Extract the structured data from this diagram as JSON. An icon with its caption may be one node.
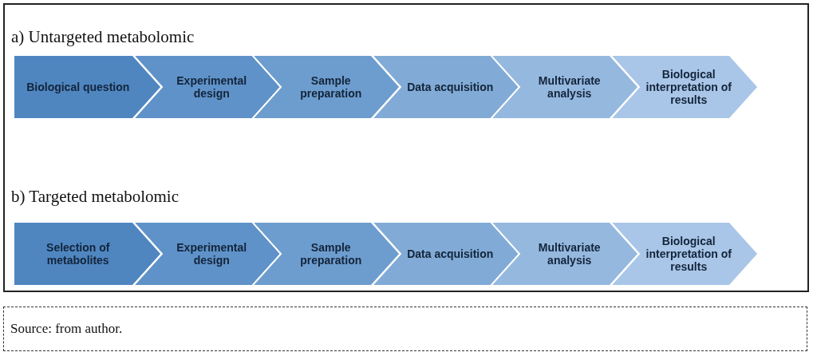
{
  "diagram": {
    "caption": "Source: from author.",
    "nodes": [
      {
        "text": [
          "Biological question"
        ]
      },
      {
        "text": [
          "Experimental design"
        ]
      },
      {
        "text": [
          "Sample preparation"
        ]
      },
      {
        "text": [
          "Data acquisition"
        ]
      },
      {
        "text": [
          "Multivariate analysis"
        ]
      },
      {
        "text": [
          "Biological interpretation of results"
        ]
      },
      {
        "text": [
          "Selection of metabolites"
        ]
      },
      {
        "text": [
          "Experimental design"
        ]
      },
      {
        "text": [
          "Sample preparation"
        ]
      },
      {
        "text": [
          "Data acquisition"
        ]
      },
      {
        "text": [
          "Multivariate analysis"
        ]
      },
      {
        "text": [
          "Biological interpretation of results"
        ]
      }
    ],
    "labels": [
      "a) Untargeted metabolomic",
      "b) Targeted metabolomic"
    ]
  }
}
